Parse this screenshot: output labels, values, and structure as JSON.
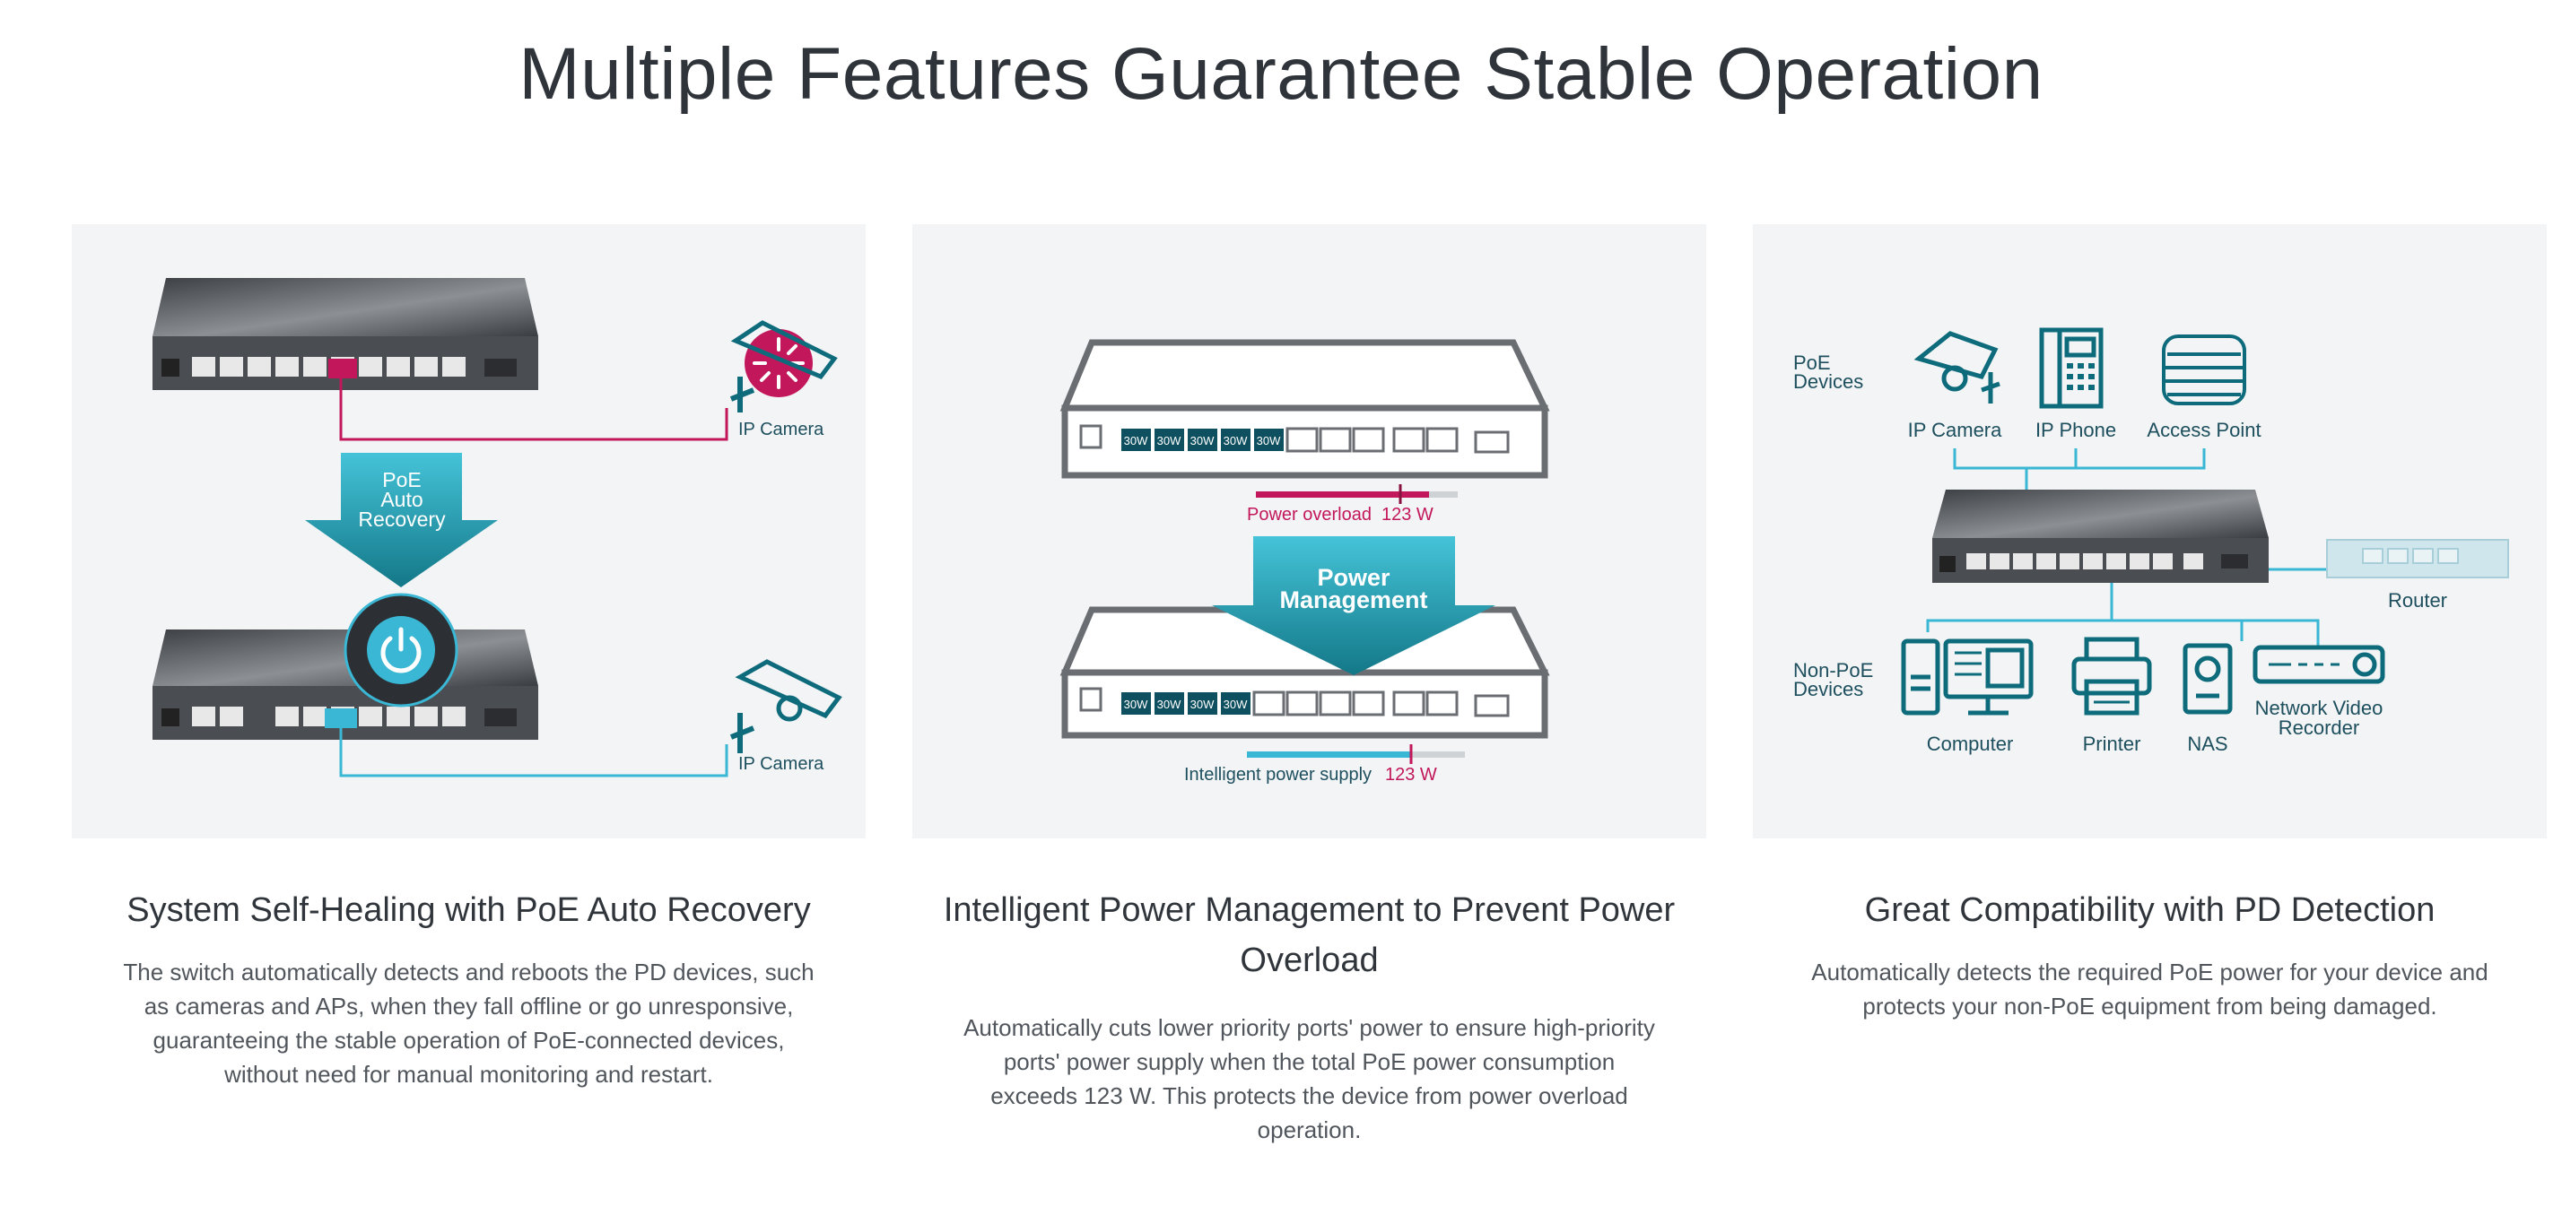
{
  "title": "Multiple Features Guarantee Stable Operation",
  "cards": [
    {
      "title": "System Self-Healing with PoE Auto Recovery",
      "description": "The switch automatically detects and reboots the PD devices, such as cameras and APs, when they fall offline or go unresponsive, guaranteeing the stable operation of PoE-connected devices, without need for manual monitoring and restart.",
      "diagram": {
        "arrow_line1": "PoE",
        "arrow_line2": "Auto",
        "arrow_line3": "Recovery",
        "camera_top_label": "IP Camera",
        "camera_bottom_label": "IP Camera"
      }
    },
    {
      "title": "Intelligent Power Management to Prevent Power Overload",
      "description": "Automatically cuts lower priority ports' power to ensure high-priority ports' power supply when the total PoE power consumption exceeds 123 W. This protects the device from power overload operation.",
      "diagram": {
        "port_label": "30W",
        "overload_label": "Power overload",
        "overload_value": "123 W",
        "arrow_line1": "Power",
        "arrow_line2": "Management",
        "supply_label": "Intelligent power supply",
        "supply_value": "123 W"
      }
    },
    {
      "title": "Great Compatibility with PD Detection",
      "description": "Automatically detects the required PoE power for your device and protects your non-PoE equipment from being damaged.",
      "diagram": {
        "poe_devices_line1": "PoE",
        "poe_devices_line2": "Devices",
        "ip_camera": "IP Camera",
        "ip_phone": "IP Phone",
        "access_point": "Access Point",
        "router": "Router",
        "non_poe_line1": "Non-PoE",
        "non_poe_line2": "Devices",
        "computer": "Computer",
        "printer": "Printer",
        "nas": "NAS",
        "nvr_line1": "Network Video",
        "nvr_line2": "Recorder"
      }
    }
  ],
  "colors": {
    "magenta": "#c2185b",
    "teal": "#2a9fb5",
    "teal_dark": "#0e6b7c",
    "dark_teal_text": "#1d4f5e",
    "cyan_line": "#3ab7d4"
  }
}
